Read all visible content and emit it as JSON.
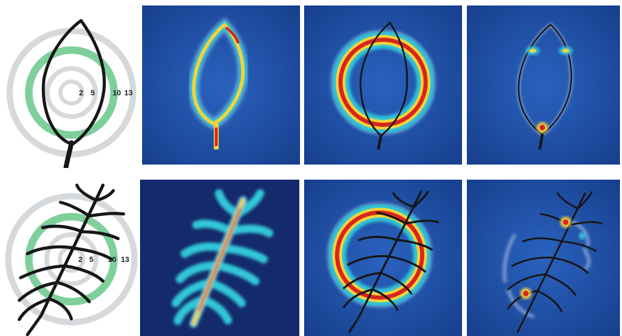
{
  "row1": {
    "target_rings": {
      "labels": [
        "2",
        "5",
        "10",
        "13"
      ]
    }
  },
  "row2": {
    "target_rings": {
      "labels": [
        "2",
        "5",
        "10",
        "13"
      ]
    }
  },
  "colors": {
    "panel_bg": "#1e4fa3",
    "ring_gray": "#d6d9dc",
    "ring_green": "#7fcf9c",
    "stroke": "#161616",
    "heat_hot": "#d8261c",
    "heat_mid": "#f4d23a",
    "heat_cool": "#33c6d8"
  },
  "icons": [
    "simple-leaf-icon",
    "fern-leaf-icon"
  ]
}
